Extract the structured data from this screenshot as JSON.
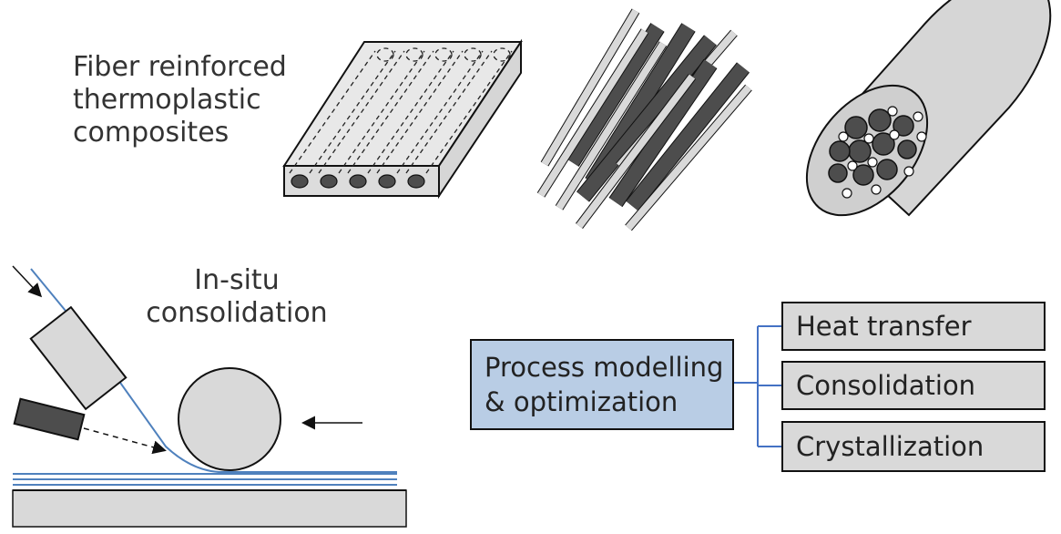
{
  "title_lines": [
    "Fiber reinforced",
    "thermoplastic",
    "composites"
  ],
  "insitu_lines": [
    "In-situ",
    "consolidation"
  ],
  "process_lines": [
    "Process modelling",
    "& optimization"
  ],
  "branches": [
    "Heat transfer",
    "Consolidation",
    "Crystallization"
  ],
  "colors": {
    "process_fill": "#b9cde5",
    "branch_fill": "#d9d9d9",
    "connector": "#4472c4",
    "tape_line": "#4f81bd",
    "dark_fiber": "#4d4d4d",
    "light_fiber": "#d9d9d9",
    "ground": "#d9d9d9"
  }
}
